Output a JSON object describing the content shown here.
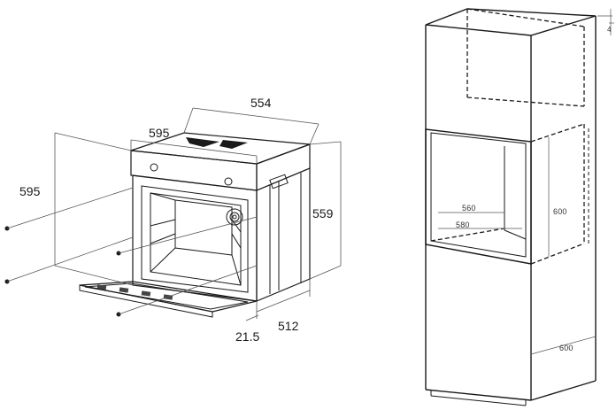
{
  "oven_view": {
    "dimensions": {
      "width_top": "554",
      "width_front": "595",
      "height_left": "595",
      "height_right": "559",
      "door_offset": "21.5",
      "depth": "512"
    }
  },
  "cabinet_view": {
    "dimensions": {
      "top_gap": "4",
      "niche_inner_width": "560",
      "niche_outer_width": "580",
      "niche_height": "600",
      "cabinet_depth": "600"
    }
  },
  "colors": {
    "line": "#1a1a1a",
    "dimension_line": "#555555",
    "background": "#ffffff"
  }
}
